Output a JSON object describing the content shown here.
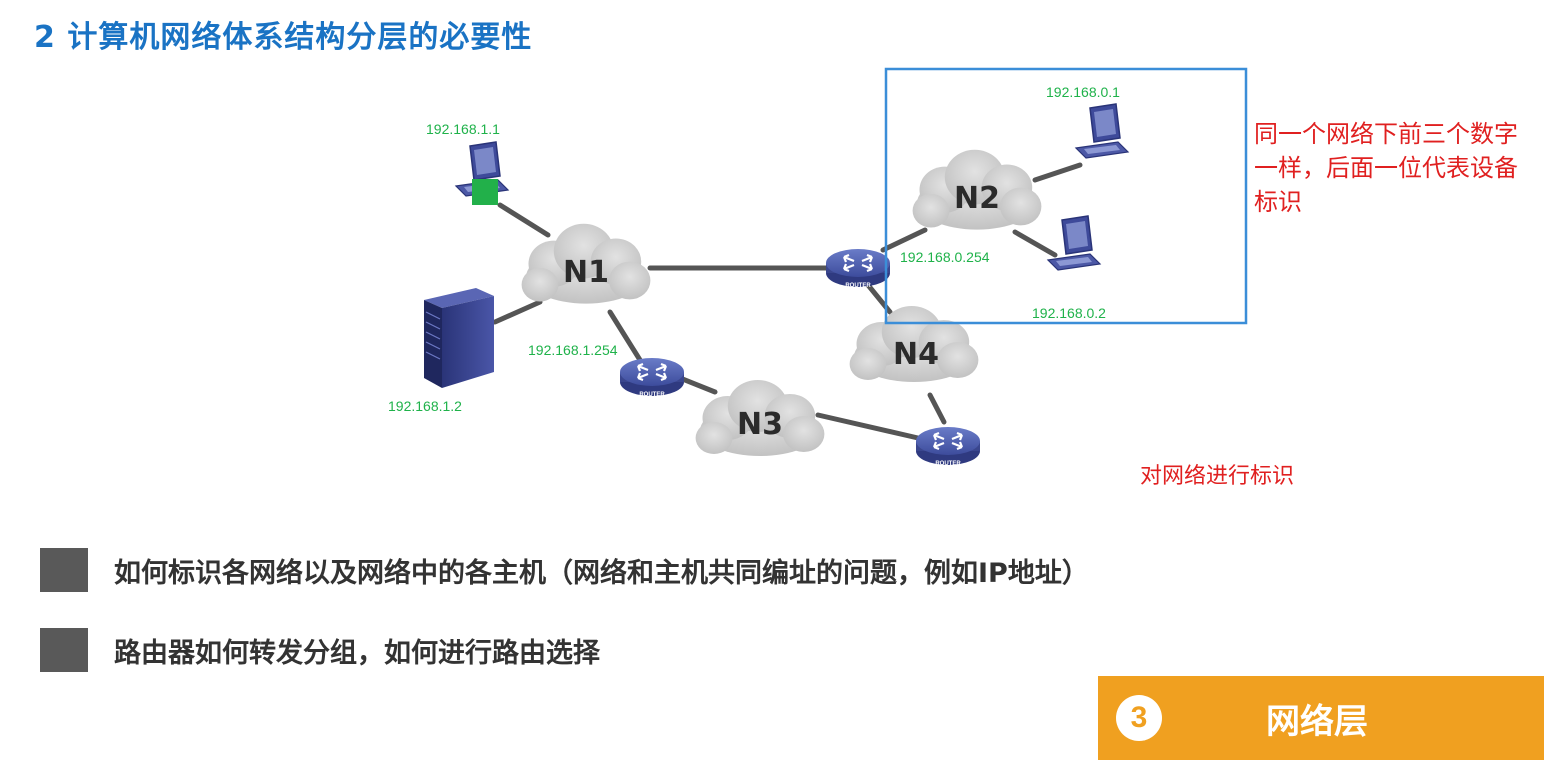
{
  "title": "2 计算机网络体系结构分层的必要性",
  "diagram": {
    "networks": [
      "N1",
      "N2",
      "N3",
      "N4"
    ],
    "router_label": "ROUTER",
    "ips": {
      "pc1": "192.168.1.1",
      "server": "192.168.1.2",
      "router1": "192.168.1.254",
      "laptop_top": "192.168.0.1",
      "laptop_bottom": "192.168.0.2",
      "router2": "192.168.0.254"
    }
  },
  "notes": {
    "same_network": "同一个网络下前三个数字一样，后面一位代表设备标识",
    "identify": "对网络进行标识"
  },
  "bullets": [
    "如何标识各网络以及网络中的各主机（网络和主机共同编址的问题，例如IP地址）",
    "路由器如何转发分组，如何进行路由选择"
  ],
  "badge": {
    "number": "3",
    "label": "网络层"
  },
  "colors": {
    "title": "#1a73c4",
    "ip_text": "#1fb24a",
    "note": "#e02020",
    "highlight_box": "#3b8ed8",
    "badge": "#f0a020",
    "router": "#4a5aa8",
    "cloud": "#cfcfcf"
  }
}
